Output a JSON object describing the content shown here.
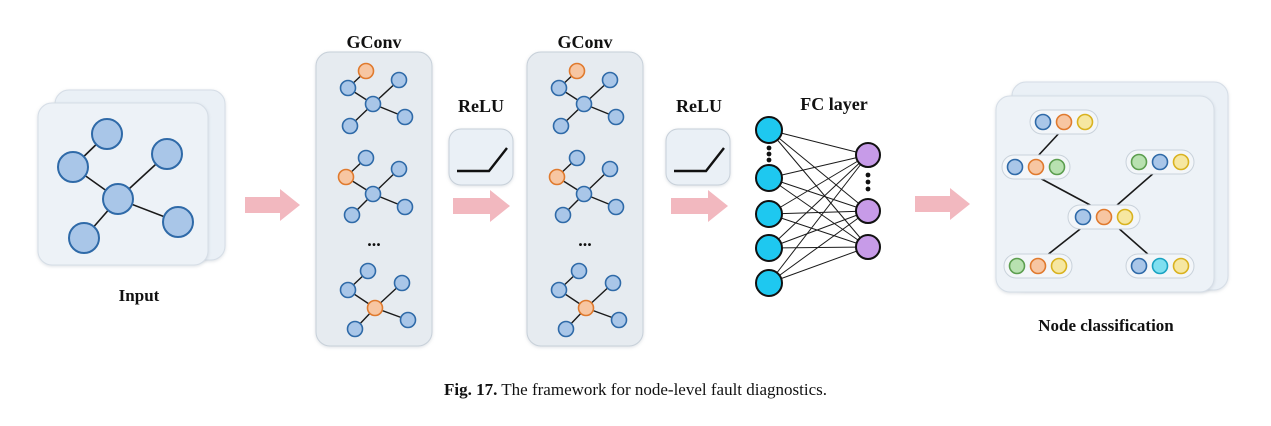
{
  "labels": {
    "input": "Input",
    "gconv1": "GConv",
    "gconv2": "GConv",
    "relu1": "ReLU",
    "relu2": "ReLU",
    "fc": "FC layer",
    "node_classification": "Node classification",
    "ellipsis1": "...",
    "ellipsis2": "..."
  },
  "caption": {
    "label": "Fig. 17.",
    "text": "The framework for node-level fault diagnostics."
  },
  "colors": {
    "node_blue": "#a9c6e8",
    "node_orange": "#f7c6a2",
    "fc_cyan": "#1ec8f0",
    "fc_purple": "#c79be8",
    "arrow": "#f2b8bf",
    "card": "#eaf0f6",
    "panel": "#e6ebf0",
    "class_blue": "#a9c6e8",
    "class_orange": "#f7c6a2",
    "class_yellow": "#f6e7a1",
    "class_green": "#b8e1b0",
    "class_cyan": "#7fdff0"
  }
}
